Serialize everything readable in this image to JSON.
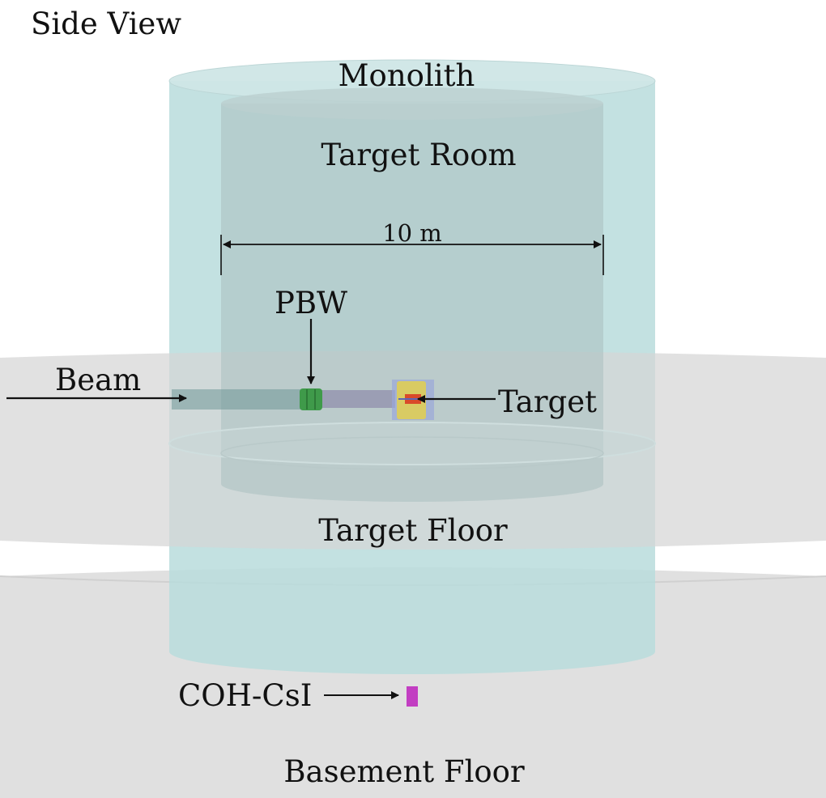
{
  "labels": {
    "view_title": "Side View",
    "monolith": "Monolith",
    "target_room": "Target Room",
    "dimension": "10 m",
    "pbw": "PBW",
    "beam": "Beam",
    "target": "Target",
    "target_floor": "Target Floor",
    "detector": "COH-CsI",
    "basement_floor": "Basement Floor"
  },
  "colors": {
    "monolith_fill": "#b9dcdc",
    "monolith_top": "#cfe6e6",
    "room_fill": "#aec4c4",
    "floor_fill": "#dcdcdc",
    "beam_pipe": "#6f9898",
    "pbw": "#3f9a4a",
    "target_housing": "#d9cb63",
    "target_core": "#d94a2a",
    "detector": "#c23ec2",
    "arrow": "#111111"
  }
}
